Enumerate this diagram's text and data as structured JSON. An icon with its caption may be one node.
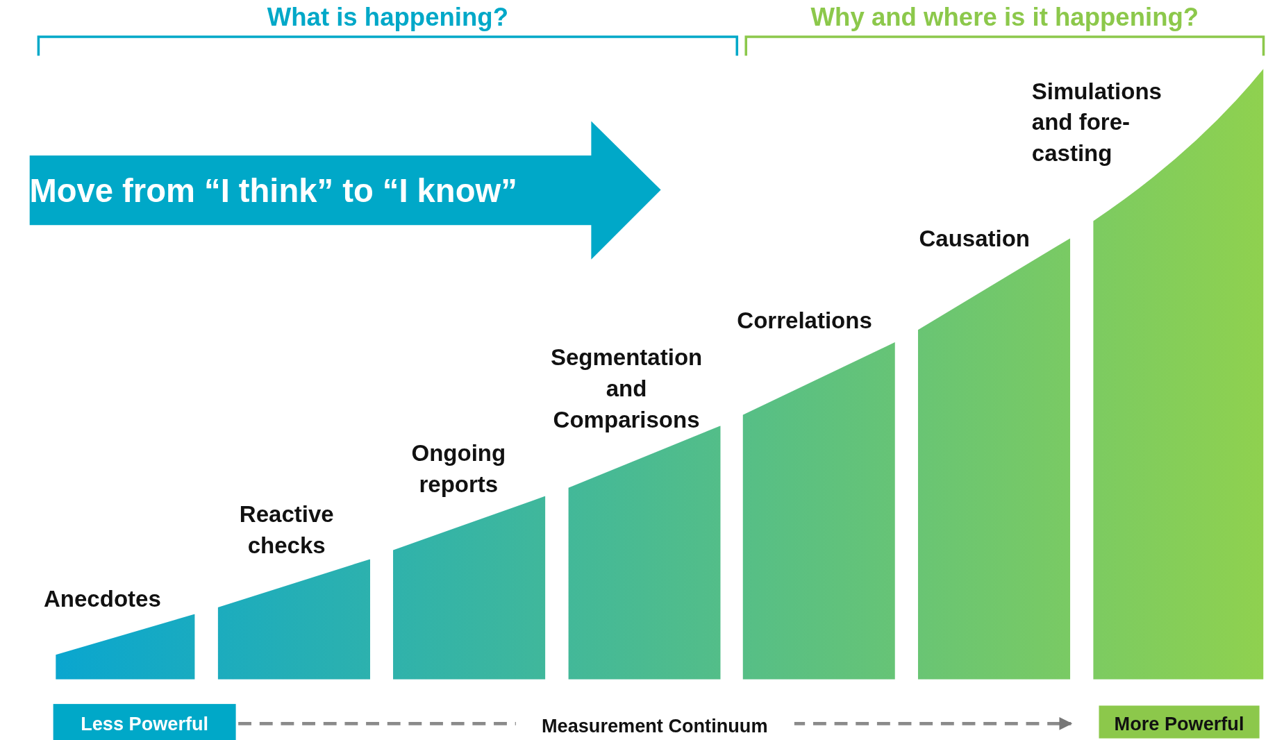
{
  "diagram": {
    "nodes": [
      {
        "text": [
          "Anecdotes"
        ]
      },
      {
        "text": [
          "Reactive checks"
        ]
      },
      {
        "text": [
          "Ongoing reports"
        ]
      },
      {
        "text": [
          "Segmentation and Comparisons"
        ]
      },
      {
        "text": [
          "Correlations"
        ]
      },
      {
        "text": [
          "Causation"
        ]
      },
      {
        "text": [
          "Simulations and fore-casting"
        ]
      },
      {
        "text": [
          "Move from “I think” to “I know”"
        ]
      },
      {
        "text": [
          "Less Powerful"
        ]
      },
      {
        "text": [
          "More Powerful"
        ]
      }
    ],
    "edges": [
      {
        "from": 8,
        "to": 9,
        "arrow": "to",
        "style": "dashed",
        "label": "Measurement Continuum"
      }
    ],
    "labels": [
      "What is happening?",
      "Why and where is it happening?"
    ]
  }
}
